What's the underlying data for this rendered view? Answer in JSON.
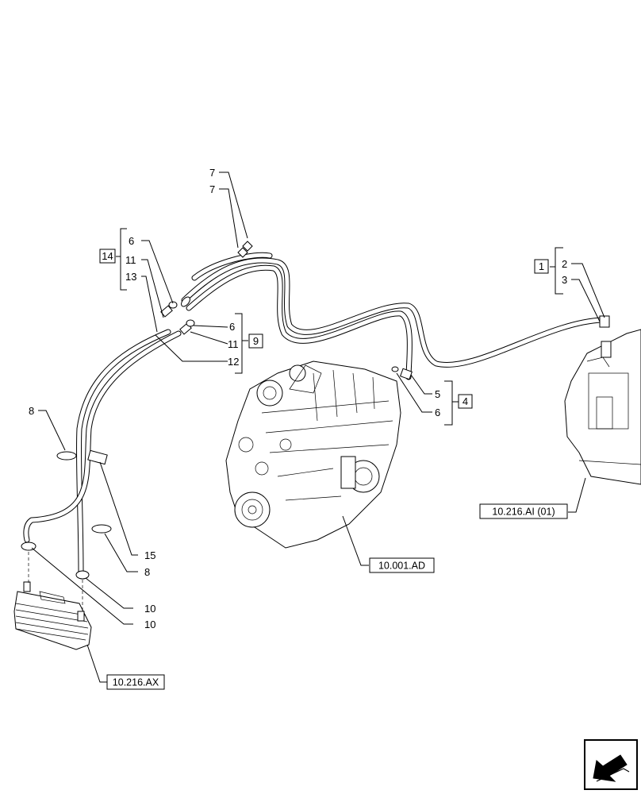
{
  "callouts": {
    "c7a": "7",
    "c7b": "7",
    "c6a": "6",
    "c11a": "11",
    "c13": "13",
    "g14": "14",
    "c6b": "6",
    "c11b": "11",
    "c12": "12",
    "g9": "9",
    "c2": "2",
    "c3": "3",
    "g1": "1",
    "c5": "5",
    "c6c": "6",
    "g4": "4",
    "c8a": "8",
    "c15": "15",
    "c8b": "8",
    "c10a": "10",
    "c10b": "10"
  },
  "references": {
    "engine": "10.001.AD",
    "pump": "10.216.AI (01)",
    "cooler": "10.216.AX"
  }
}
